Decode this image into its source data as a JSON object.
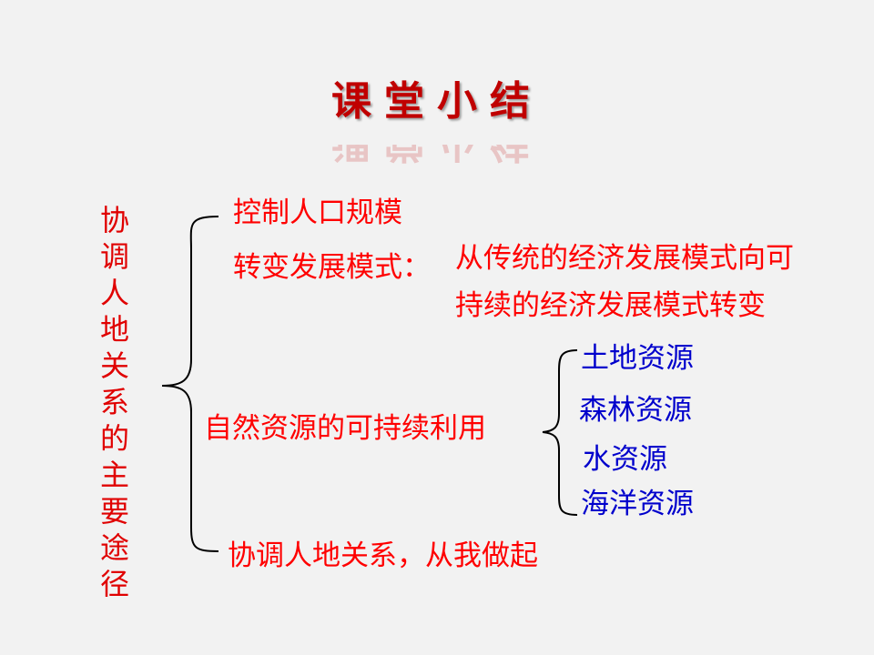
{
  "title": "课堂小结",
  "vertical_label": [
    "协",
    "调",
    "人",
    "地",
    "关",
    "系",
    "的",
    "主",
    "要",
    "途",
    "径"
  ],
  "branches": {
    "b1": "控制人口规模",
    "b2_label": "转变发展模式：",
    "b2_line1": "从传统的经济发展模式向可",
    "b2_line2": "持续的经济发展模式转变",
    "b3": "自然资源的可持续利用",
    "b4": "协调人地关系，从我做起"
  },
  "resources": [
    "土地资源",
    "森林资源",
    "水资源",
    "海洋资源"
  ],
  "colors": {
    "title": "#c00000",
    "red": "#ff0000",
    "blue": "#0000cc",
    "vertical": "#e00000"
  }
}
